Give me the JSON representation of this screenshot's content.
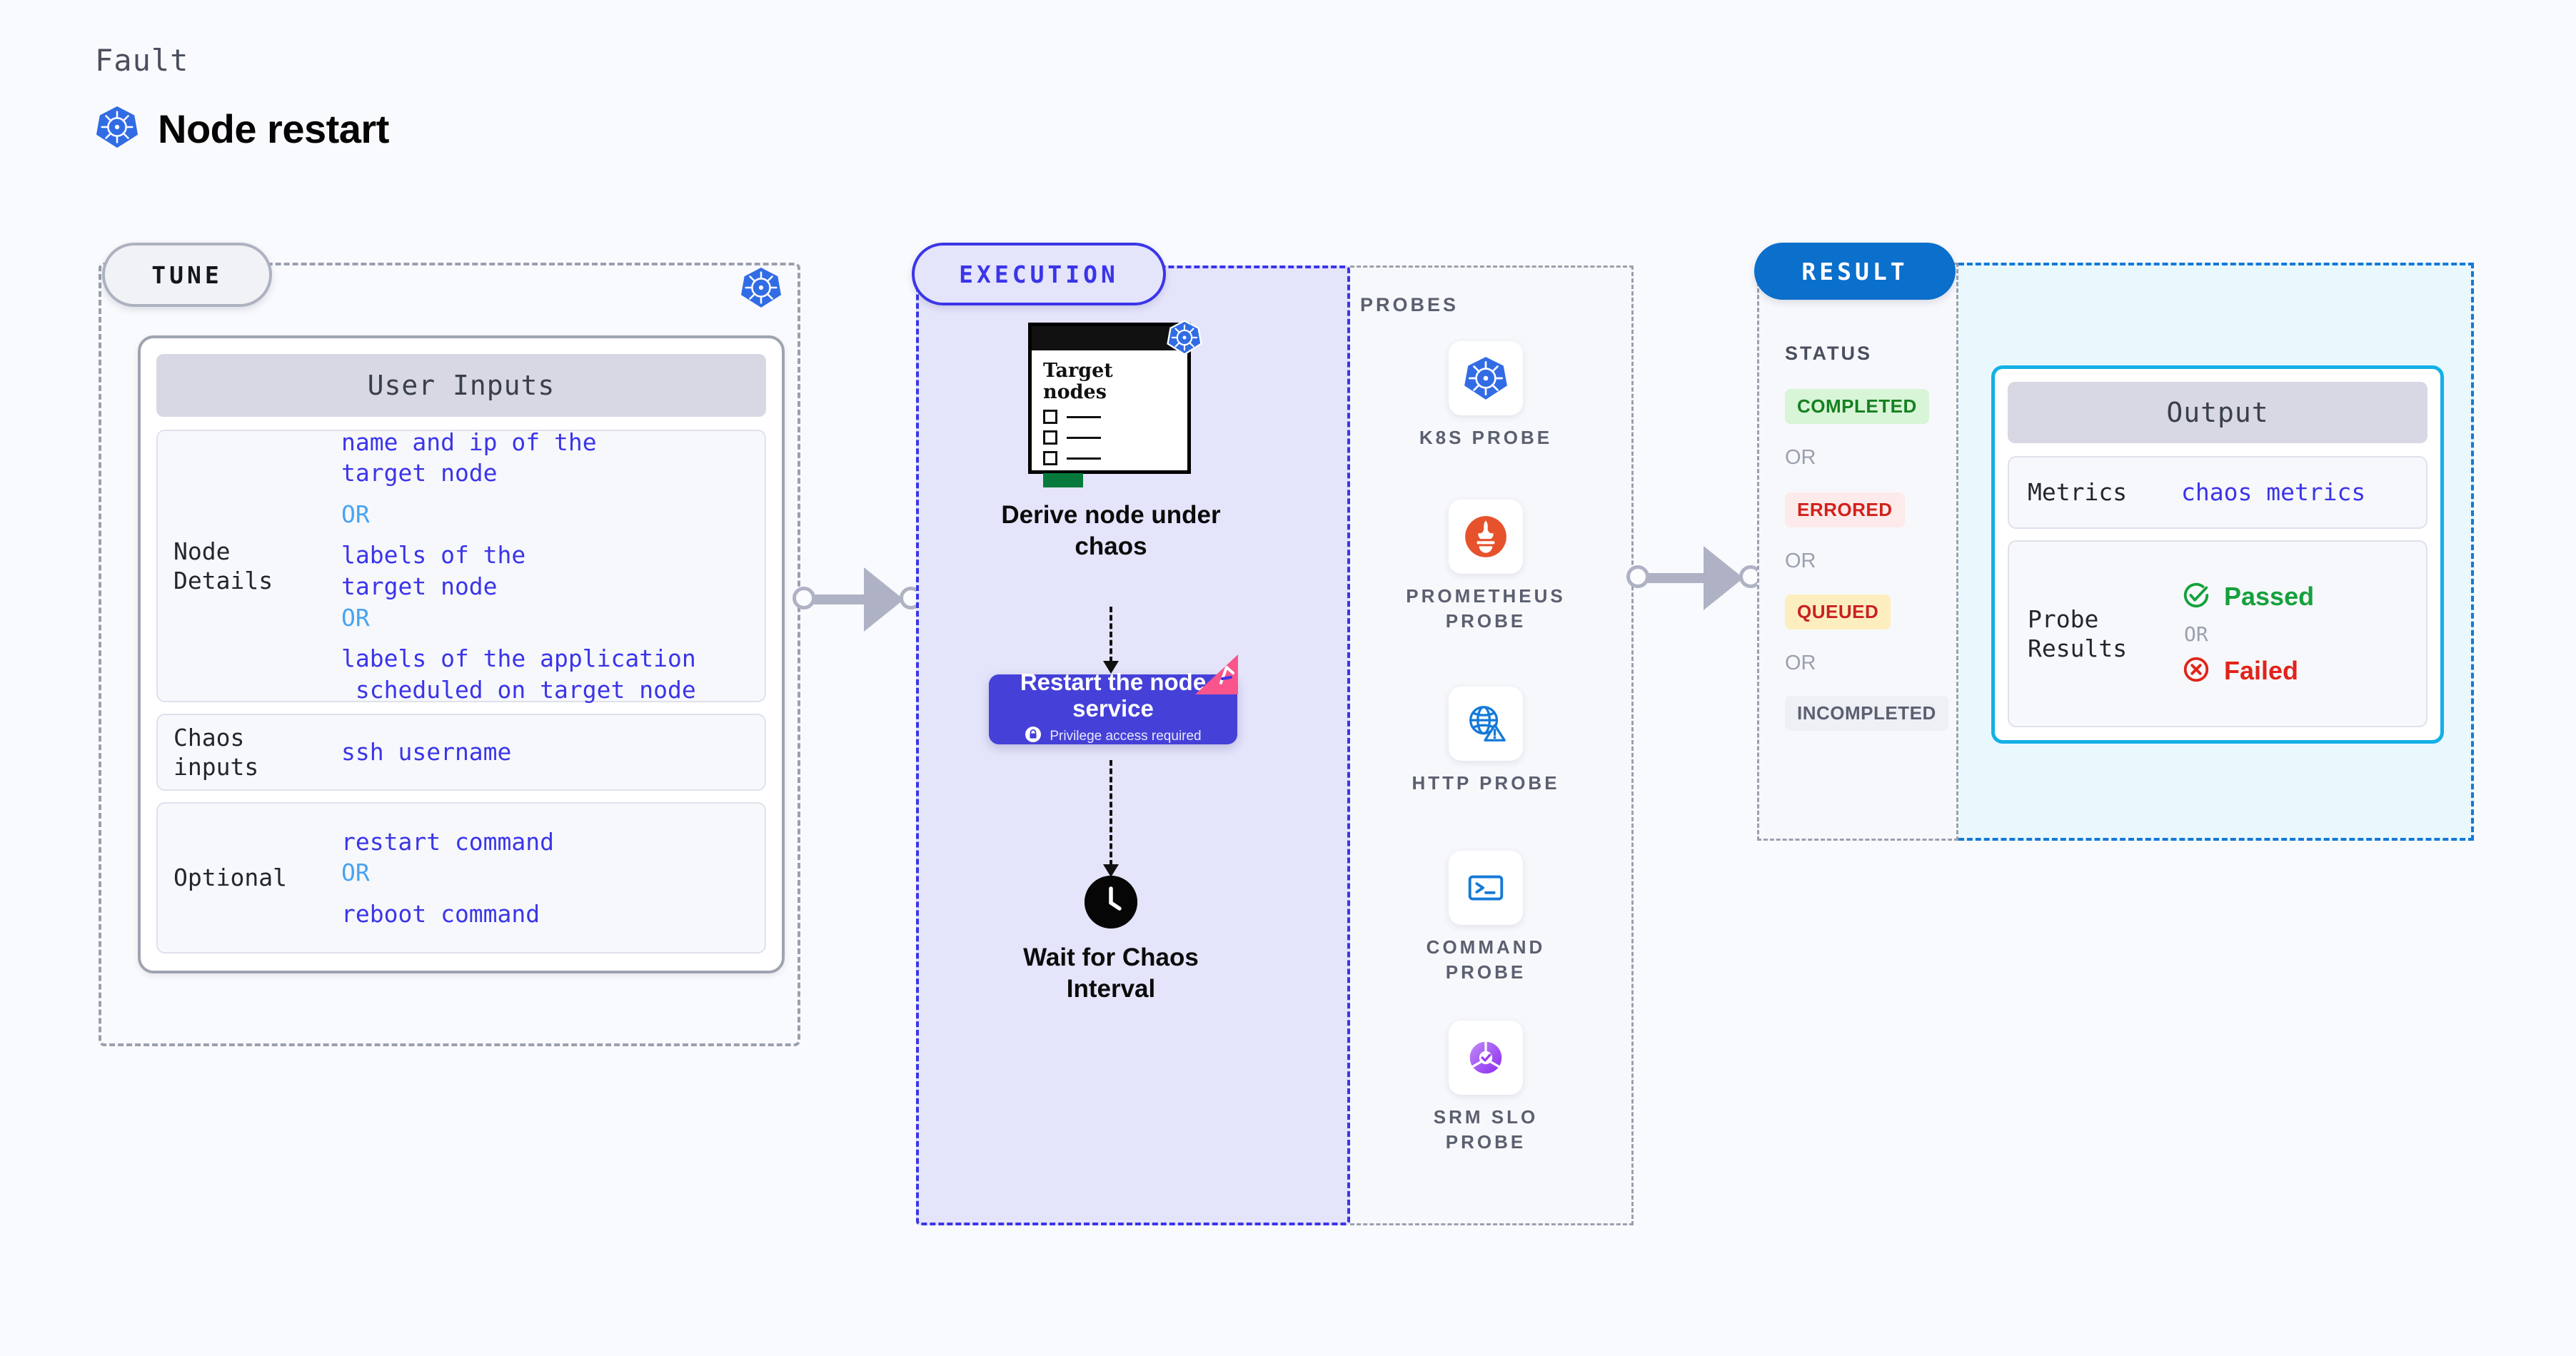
{
  "header": {
    "eyebrow": "Fault",
    "title": "Node restart",
    "icon": "kubernetes-icon"
  },
  "tune": {
    "badge": "TUNE",
    "corner_icon": "kubernetes-icon",
    "card_title": "User Inputs",
    "rows": [
      {
        "key": "Node Details",
        "values": [
          "name and ip of the\ntarget node",
          "OR",
          "labels of the\ntarget node",
          "OR",
          "labels of the application\n scheduled on target node"
        ]
      },
      {
        "key": "Chaos inputs",
        "values": [
          "ssh username"
        ]
      },
      {
        "key": "Optional",
        "values": [
          "restart command",
          "OR",
          "reboot command"
        ]
      }
    ]
  },
  "execution": {
    "badge": "EXECUTION",
    "nodes_card": {
      "heading": "Target\nnodes",
      "icon": "kubernetes-icon",
      "checkbox_count": 3
    },
    "derive_label": "Derive node under\nchaos",
    "restart_step": {
      "title": "Restart the node\nservice",
      "subtitle": "Privilege access required",
      "lock_icon": "lock-icon",
      "ribbon_icon": "chaos-ribbon-icon",
      "color": "#4540d8"
    },
    "wait_step": {
      "icon": "clock-icon",
      "label": "Wait for Chaos\nInterval"
    },
    "probes": {
      "title": "PROBES",
      "items": [
        {
          "label": "K8S PROBE",
          "icon": "kubernetes-icon"
        },
        {
          "label": "PROMETHEUS\nPROBE",
          "icon": "prometheus-icon"
        },
        {
          "label": "HTTP PROBE",
          "icon": "globe-warning-icon"
        },
        {
          "label": "COMMAND\nPROBE",
          "icon": "terminal-icon"
        },
        {
          "label": "SRM SLO\nPROBE",
          "icon": "srm-slo-icon"
        }
      ]
    }
  },
  "result": {
    "badge": "RESULT",
    "status_title": "STATUS",
    "or_label": "OR",
    "statuses": [
      {
        "label": "COMPLETED",
        "bg": "#d8f5d8",
        "fg": "#15801e"
      },
      {
        "label": "ERRORED",
        "bg": "#fdeaea",
        "fg": "#d1211b"
      },
      {
        "label": "QUEUED",
        "bg": "#fdeec0",
        "fg": "#c92121"
      },
      {
        "label": "INCOMPLETED",
        "bg": "#eef0f6",
        "fg": "#5b6070"
      }
    ],
    "output": {
      "card_title": "Output",
      "rows": [
        {
          "key": "Metrics",
          "value": "chaos metrics"
        },
        {
          "key": "Probe\nResults",
          "passed": "Passed",
          "failed": "Failed",
          "or_label": "OR",
          "passed_icon": "check-circle-icon",
          "failed_icon": "x-circle-icon"
        }
      ]
    }
  },
  "colors": {
    "accent_indigo": "#3b35e8",
    "accent_blue": "#0b6fcc",
    "accent_cyan": "#13b0e6",
    "k8s_blue": "#326ce5",
    "prometheus_orange": "#e6522c",
    "canvas": "#f9fafd"
  }
}
